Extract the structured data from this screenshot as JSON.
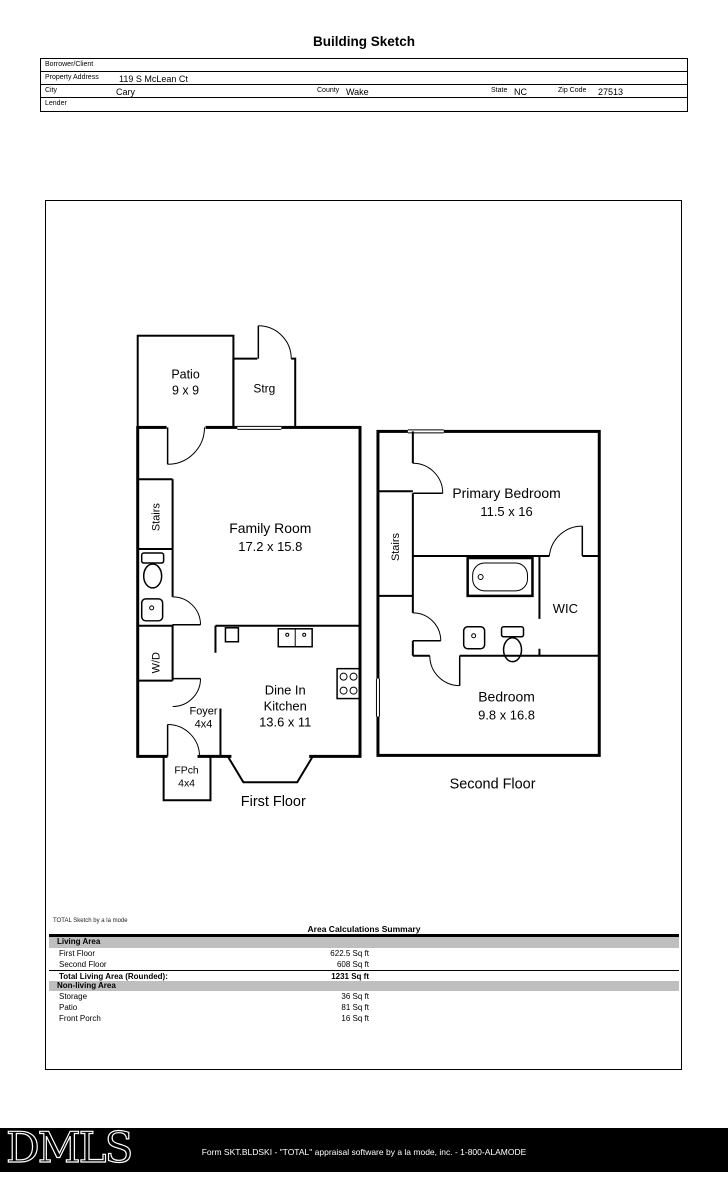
{
  "title": "Building Sketch",
  "form": {
    "borrower_label": "Borrower/Client",
    "property_label": "Property Address",
    "property_value": "119 S McLean Ct",
    "city_label": "City",
    "city_value": "Cary",
    "county_label": "County",
    "county_value": "Wake",
    "state_label": "State",
    "state_value": "NC",
    "zip_label": "Zip Code",
    "zip_value": "27513",
    "lender_label": "Lender"
  },
  "sketch": {
    "first_floor": {
      "patio_label": "Patio",
      "patio_dim": "9 x 9",
      "strg_label": "Strg",
      "stairs_label": "Stairs",
      "family_room_label": "Family Room",
      "family_room_dim": "17.2 x 15.8",
      "wd_label": "W/D",
      "foyer_label": "Foyer",
      "foyer_dim": "4x4",
      "kitchen_line1": "Dine In",
      "kitchen_line2": "Kitchen",
      "kitchen_dim": "13.6 x 11",
      "fpch_label": "FPch",
      "fpch_dim": "4x4",
      "caption": "First Floor"
    },
    "second_floor": {
      "primary_bedroom_label": "Primary Bedroom",
      "primary_bedroom_dim": "11.5 x 16",
      "stairs_label": "Stairs",
      "wic_label": "WIC",
      "bedroom_label": "Bedroom",
      "bedroom_dim": "9.8 x 16.8",
      "caption": "Second Floor"
    }
  },
  "summary": {
    "watermark": "TOTAL Sketch by a la mode",
    "title": "Area Calculations Summary",
    "living_header": "Living Area",
    "living_rows": [
      {
        "name": "First Floor",
        "value": "622.5 Sq ft"
      },
      {
        "name": "Second Floor",
        "value": "608 Sq ft"
      }
    ],
    "total_row": {
      "name": "Total Living Area (Rounded):",
      "value": "1231 Sq ft"
    },
    "nonliving_header": "Non-living Area",
    "nonliving_rows": [
      {
        "name": "Storage",
        "value": "36 Sq ft"
      },
      {
        "name": "Patio",
        "value": "81 Sq ft"
      },
      {
        "name": "Front Porch",
        "value": "16 Sq ft"
      }
    ]
  },
  "footer": {
    "logo": "DMLS",
    "text": "Form SKT.BLDSKI - \"TOTAL\" appraisal software by a la mode, inc. - 1-800-ALAMODE"
  }
}
